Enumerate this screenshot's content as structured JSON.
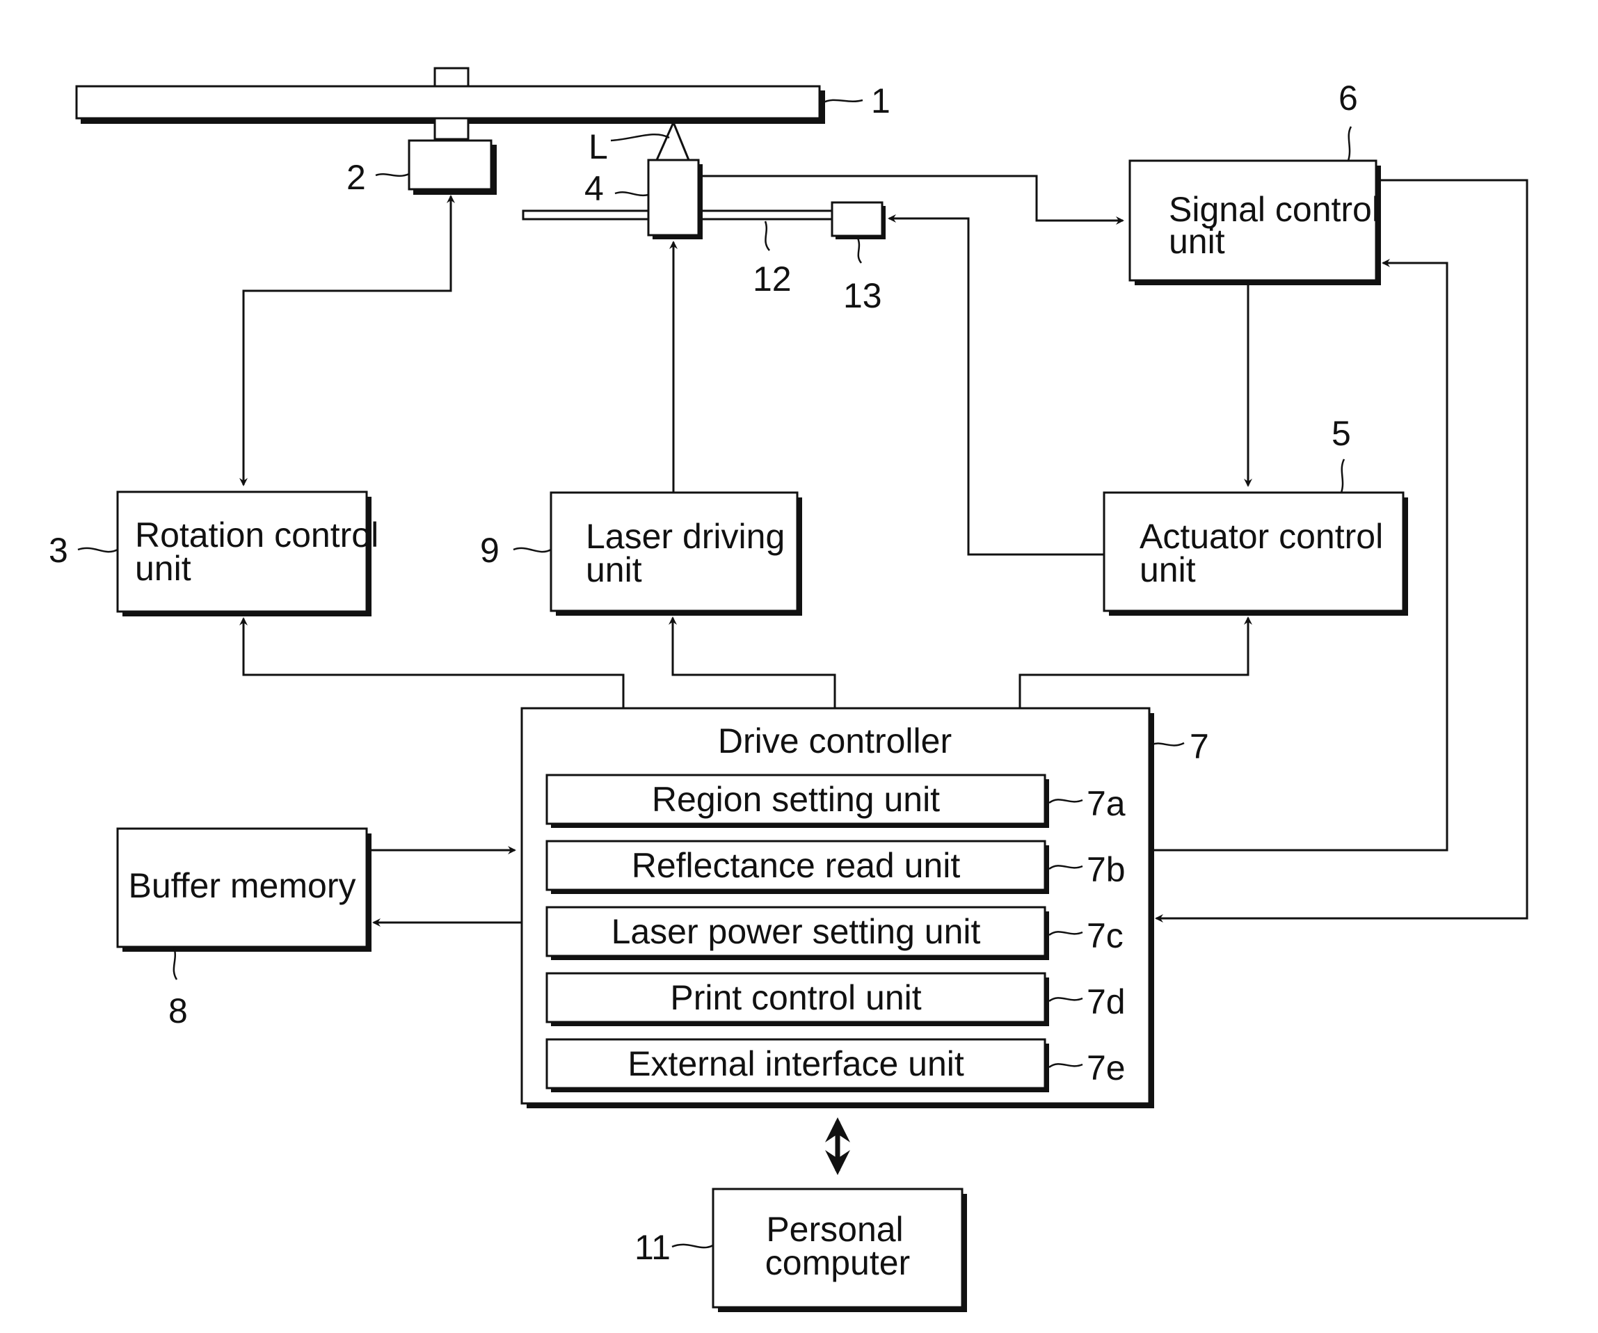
{
  "blocks": {
    "signal_control": {
      "line1": "Signal control",
      "line2": "unit",
      "ref": "6"
    },
    "rotation_control": {
      "line1": "Rotation control",
      "line2": "unit",
      "ref": "3"
    },
    "laser_driving": {
      "line1": "Laser driving",
      "line2": "unit",
      "ref": "9"
    },
    "actuator_control": {
      "line1": "Actuator control",
      "line2": "unit",
      "ref": "5"
    },
    "drive_controller": {
      "title": "Drive controller",
      "ref": "7"
    },
    "buffer_memory": {
      "label": "Buffer memory",
      "ref": "8"
    },
    "personal_computer": {
      "line1": "Personal",
      "line2": "computer",
      "ref": "11"
    }
  },
  "sub_units": [
    {
      "label": "Region setting unit",
      "ref": "7a"
    },
    {
      "label": "Reflectance read unit",
      "ref": "7b"
    },
    {
      "label": "Laser power setting unit",
      "ref": "7c"
    },
    {
      "label": "Print control unit",
      "ref": "7d"
    },
    {
      "label": "External interface unit",
      "ref": "7e"
    }
  ],
  "mechanism": {
    "disc_ref": "1",
    "spindle_motor_ref": "2",
    "optical_head_ref": "4",
    "laser_beam_ref": "L",
    "guide_rail_ref": "12",
    "sled_motor_ref": "13"
  }
}
